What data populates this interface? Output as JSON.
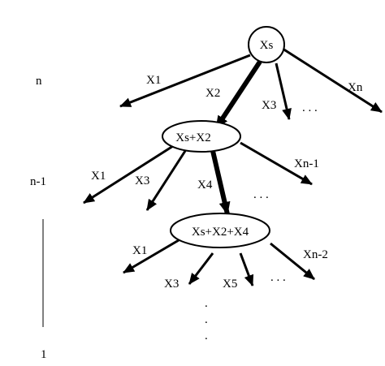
{
  "levels": {
    "top": "n",
    "middle": "n-1",
    "bottom": "1"
  },
  "nodes": {
    "root": "Xs",
    "second": "Xs+X2",
    "third": "Xs+X2+X4"
  },
  "edges": {
    "root": [
      "X1",
      "X2",
      "X3",
      "Xn"
    ],
    "second": [
      "X1",
      "X3",
      "X4",
      "Xn-1"
    ],
    "third": [
      "X1",
      "X3",
      "X5"
    ]
  },
  "extra_labels": {
    "third_right": "Xn-2"
  },
  "ellipsis": {
    "root": ". . .",
    "second": ". . .",
    "third": ". . ."
  },
  "vertical_dots": [
    ".",
    ".",
    "."
  ],
  "colors": {
    "stroke": "#000000",
    "background": "#ffffff"
  }
}
